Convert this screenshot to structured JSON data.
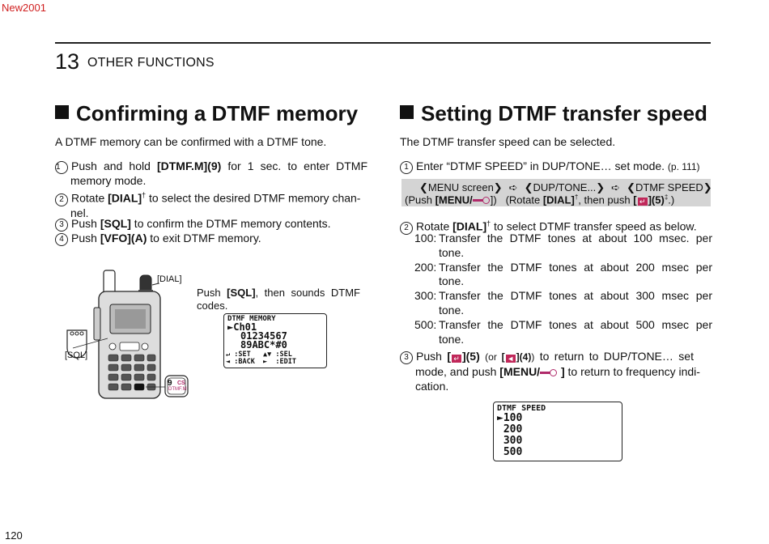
{
  "watermark": "New2001",
  "header": {
    "chapter_number": "13",
    "chapter_title": "OTHER FUNCTIONS"
  },
  "left": {
    "title": "Confirming a DTMF memory",
    "intro": "A DTMF memory can be confirmed with a DTMF tone.",
    "steps": [
      {
        "num": "1",
        "pre": "Push and hold ",
        "bold": "[DTMF.M](9)",
        "post": " for 1 sec. to enter DTMF",
        "cont": "memory mode."
      },
      {
        "num": "2",
        "pre": "Rotate ",
        "bold": "[DIAL]",
        "sup": "†",
        "post": " to select the desired DTMF memory chan-",
        "cont": "nel."
      },
      {
        "num": "3",
        "pre": "Push ",
        "bold": "[SQL]",
        "post": " to confirm the DTMF memory contents."
      },
      {
        "num": "4",
        "pre": "Push ",
        "bold": "[VFO](A)",
        "post": " to exit DTMF memory."
      }
    ],
    "figure": {
      "dial_label": "[DIAL]",
      "sql_label": "[SQL]",
      "key_num": "9",
      "key_cs": "CS",
      "key_dtmf": "DTMF.M",
      "caption_pre": "Push ",
      "caption_bold": "[SQL]",
      "caption_post": ", then sounds DTMF",
      "caption_cont": "codes.",
      "lcd": {
        "title": "DTMF MEMORY",
        "line1": "►Ch01",
        "line2": "01234567",
        "line3": "89ABC*#0",
        "foot1": "↵ :SET   ▲▼ :SEL",
        "foot2": "◄ :BACK  ►  :EDIT"
      }
    }
  },
  "right": {
    "title": "Setting DTMF transfer speed",
    "intro": "The DTMF transfer speed can be selected.",
    "step1": {
      "num": "1",
      "text": "Enter “DTMF SPEED” in DUP/TONE… set mode.",
      "ref": "(p. 111)"
    },
    "menu": {
      "items": [
        "❮MENU screen❯",
        "❮DUP/TONE...❯",
        "❮DTMF SPEED❯"
      ],
      "arrow": "➪",
      "push_pre": "(Push ",
      "push_bold": "[MENU/",
      "push_post": "])",
      "rotate_pre": "(Rotate ",
      "rotate_bold": "[DIAL]",
      "rotate_sup": "†",
      "rotate_mid": ", then push ",
      "rotate_bold2": "[",
      "rotate_bold3": "](5)",
      "rotate_sup2": "‡",
      "rotate_end": ".)"
    },
    "step2": {
      "num": "2",
      "pre": "Rotate ",
      "bold": "[DIAL]",
      "sup": "†",
      "post": " to select DTMF transfer speed as below."
    },
    "speeds": [
      {
        "value": "100:",
        "desc": "Transfer the DTMF tones at about 100 msec. per",
        "cont": "tone."
      },
      {
        "value": "200:",
        "desc": "Transfer the DTMF tones at about 200 msec per",
        "cont": "tone."
      },
      {
        "value": "300:",
        "desc": "Transfer the DTMF tones at about 300 msec per",
        "cont": "tone."
      },
      {
        "value": "500:",
        "desc": "Transfer the DTMF tones at about 500 msec per",
        "cont": "tone."
      }
    ],
    "step3": {
      "num": "3",
      "pre": "Push ",
      "bold1": "[",
      "bold1b": "](5)",
      "small": "(or ",
      "small_bold": "[",
      "small_bold2": "](4)",
      "small_end": ")",
      "post": " to return to DUP/TONE… set",
      "line2_pre": "mode, and push ",
      "line2_bold": "[MENU/",
      "line2_bold2": " ]",
      "line2_post": " to return to frequency indi-",
      "line3": "cation."
    },
    "lcd": {
      "title": "DTMF SPEED",
      "rows": [
        "►100",
        " 200",
        " 300",
        " 500"
      ]
    }
  },
  "footer": {
    "page_number": "120"
  }
}
